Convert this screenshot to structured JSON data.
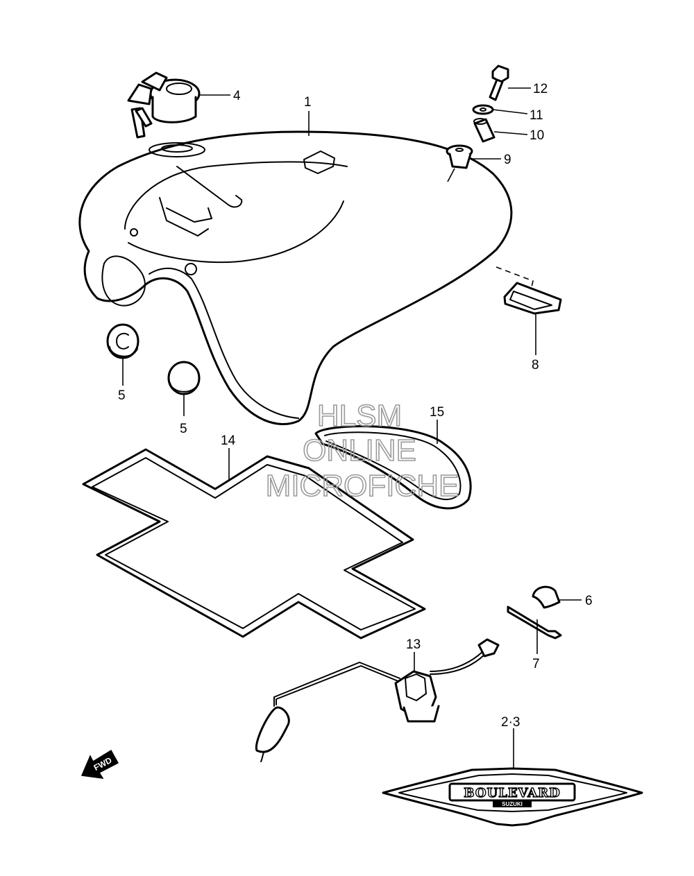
{
  "callouts": {
    "c1": "1",
    "c23": "2·3",
    "c4": "4",
    "c5a": "5",
    "c5b": "5",
    "c6": "6",
    "c7": "7",
    "c8": "8",
    "c9": "9",
    "c10": "10",
    "c11": "11",
    "c12": "12",
    "c13": "13",
    "c14": "14",
    "c15": "15"
  },
  "watermark": {
    "line1": "HLSM",
    "line2": "ONLINE",
    "line3": "MICROFICHE"
  },
  "emblem": {
    "brand": "BOULEVARD",
    "maker": "SUZUKI"
  },
  "fwd_label": "FWD"
}
